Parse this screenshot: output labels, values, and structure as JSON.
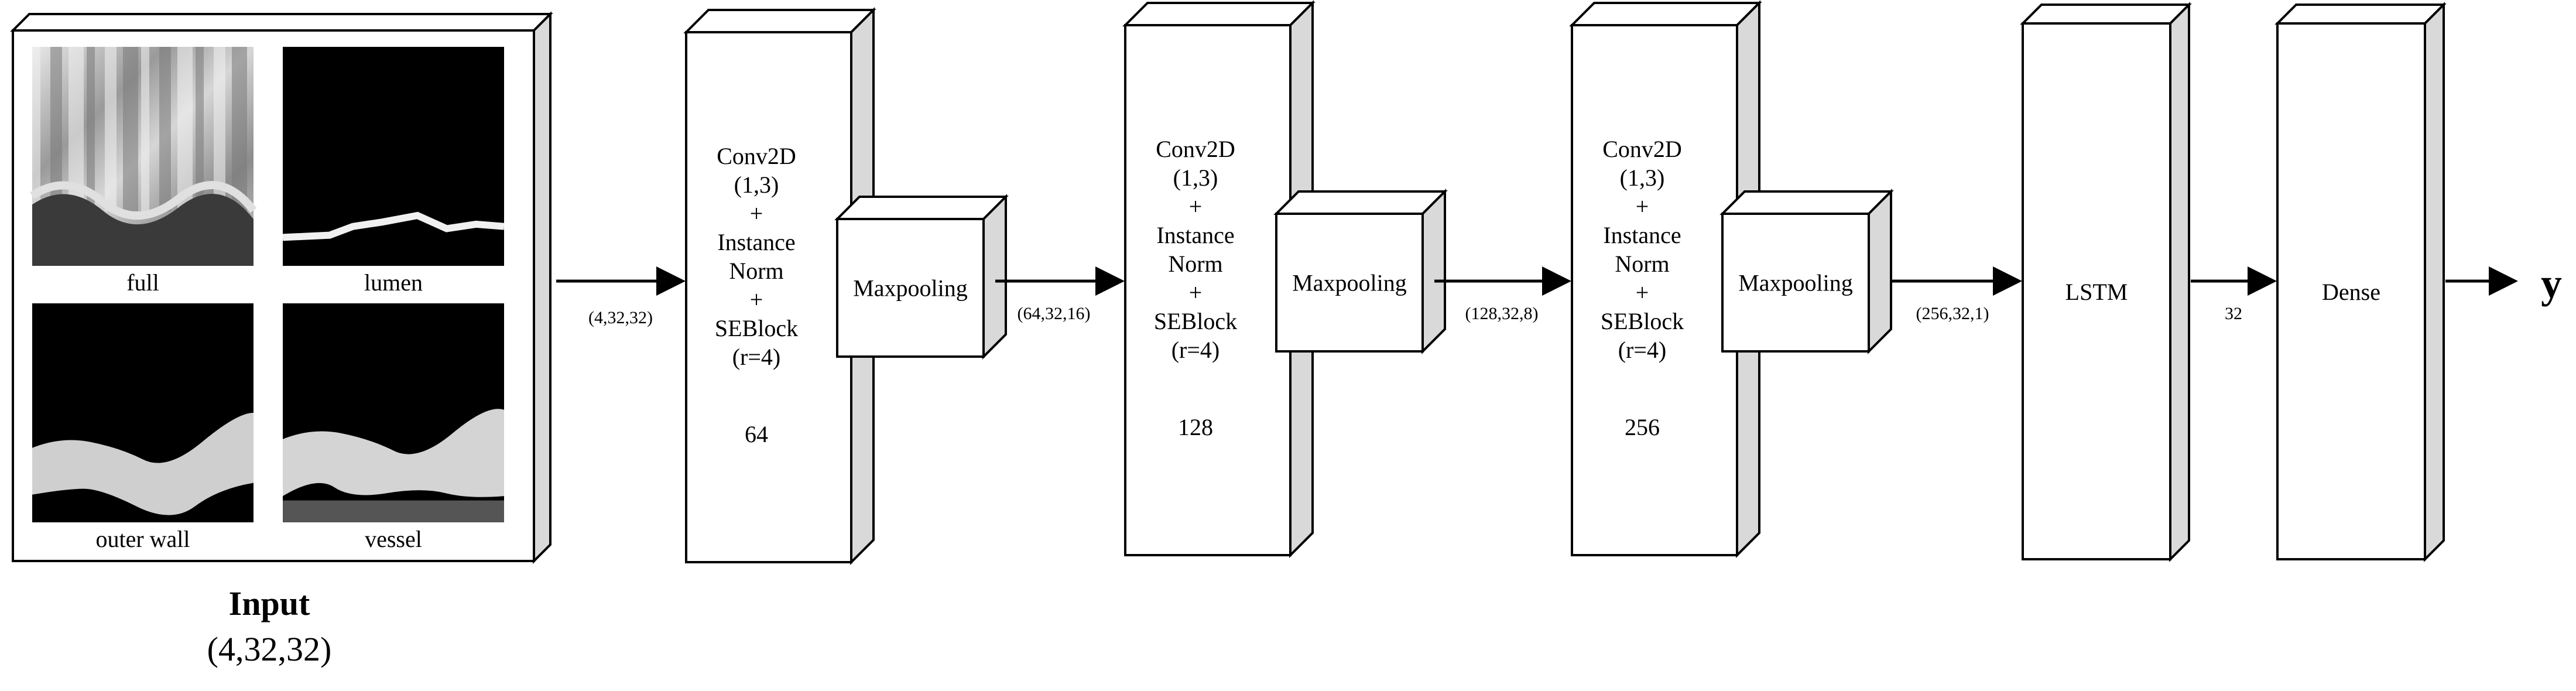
{
  "input": {
    "title": "Input",
    "shape": "(4,32,32)",
    "images": [
      {
        "label": "full",
        "style": "full"
      },
      {
        "label": "lumen",
        "style": "lumen"
      },
      {
        "label": "outer wall",
        "style": "outer"
      },
      {
        "label": "vessel",
        "style": "vessel"
      }
    ]
  },
  "conv_blocks": [
    {
      "lines": [
        "Conv2D",
        "(1,3)",
        "+",
        "Instance",
        "Norm",
        "+",
        "SEBlock",
        "(r=4)"
      ],
      "filters": "64",
      "pool_label": "Maxpooling"
    },
    {
      "lines": [
        "Conv2D",
        "(1,3)",
        "+",
        "Instance",
        "Norm",
        "+",
        "SEBlock",
        "(r=4)"
      ],
      "filters": "128",
      "pool_label": "Maxpooling"
    },
    {
      "lines": [
        "Conv2D",
        "(1,3)",
        "+",
        "Instance",
        "Norm",
        "+",
        "SEBlock",
        "(r=4)"
      ],
      "filters": "256",
      "pool_label": "Maxpooling"
    }
  ],
  "lstm": {
    "label": "LSTM"
  },
  "dense": {
    "label": "Dense"
  },
  "edges": [
    "(4,32,32)",
    "(64,32,16)",
    "(128,32,8)",
    "(256,32,1)",
    "32"
  ],
  "output": "y"
}
